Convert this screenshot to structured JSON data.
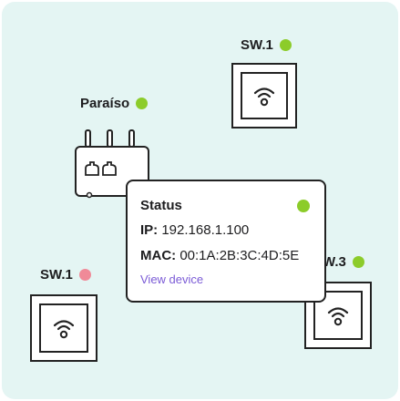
{
  "colors": {
    "online": "#8ccc2a",
    "offline": "#f08a98",
    "link": "#7b5bd6",
    "background": "#e4f5f3"
  },
  "devices": [
    {
      "label": "SW.1",
      "status": "online",
      "icon": "wifi-icon"
    },
    {
      "label": "Paraíso",
      "status": "online",
      "icon": "router-icon"
    },
    {
      "label": "SW.1",
      "status": "offline",
      "icon": "wifi-icon"
    },
    {
      "label": "W.3",
      "status": "online",
      "icon": "wifi-icon"
    }
  ],
  "popup": {
    "title": "Status",
    "status": "online",
    "ip_label": "IP:",
    "ip_value": "192.168.1.100",
    "mac_label": "MAC:",
    "mac_value": "00:1A:2B:3C:4D:5E",
    "link_label": "View device"
  }
}
